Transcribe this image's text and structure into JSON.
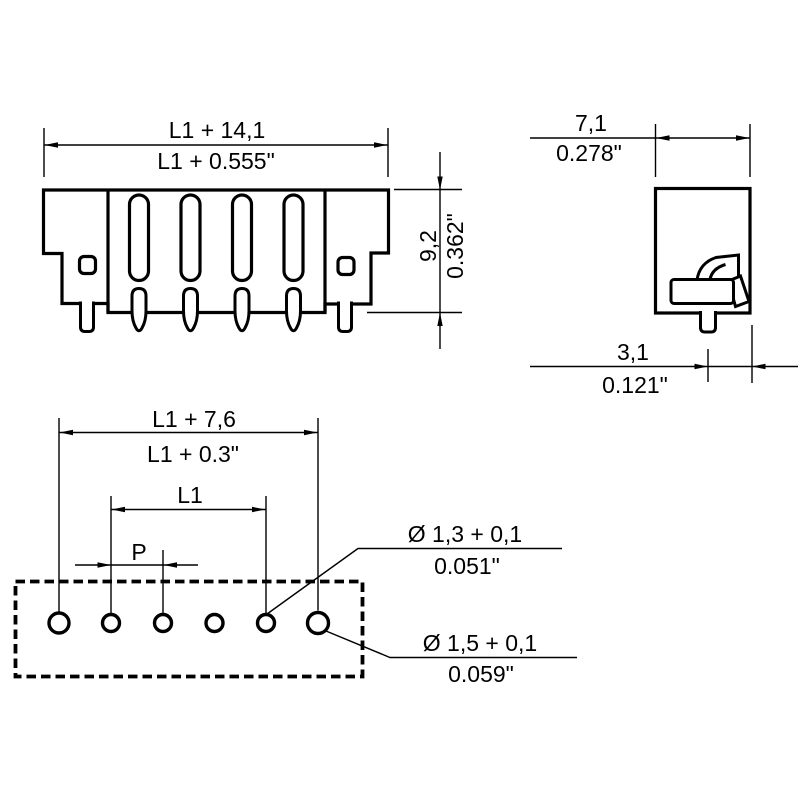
{
  "colors": {
    "line": "#000000",
    "background": "#ffffff"
  },
  "front_view": {
    "width_metric": "L1 + 14,1",
    "width_imperial": "L1 + 0.555\"",
    "height_metric": "9,2",
    "height_imperial": "0.362\""
  },
  "side_view": {
    "width_metric": "7,1",
    "width_imperial": "0.278\"",
    "pin_offset_metric": "3,1",
    "pin_offset_imperial": "0.121\""
  },
  "footprint_view": {
    "span_metric": "L1 + 7,6",
    "span_imperial": "L1 + 0.3\"",
    "inner_span_label": "L1",
    "pitch_label": "P",
    "hole_small_metric": "Ø 1,3 + 0,1",
    "hole_small_imperial": "0.051\"",
    "hole_large_metric": "Ø 1,5 + 0,1",
    "hole_large_imperial": "0.059\""
  }
}
